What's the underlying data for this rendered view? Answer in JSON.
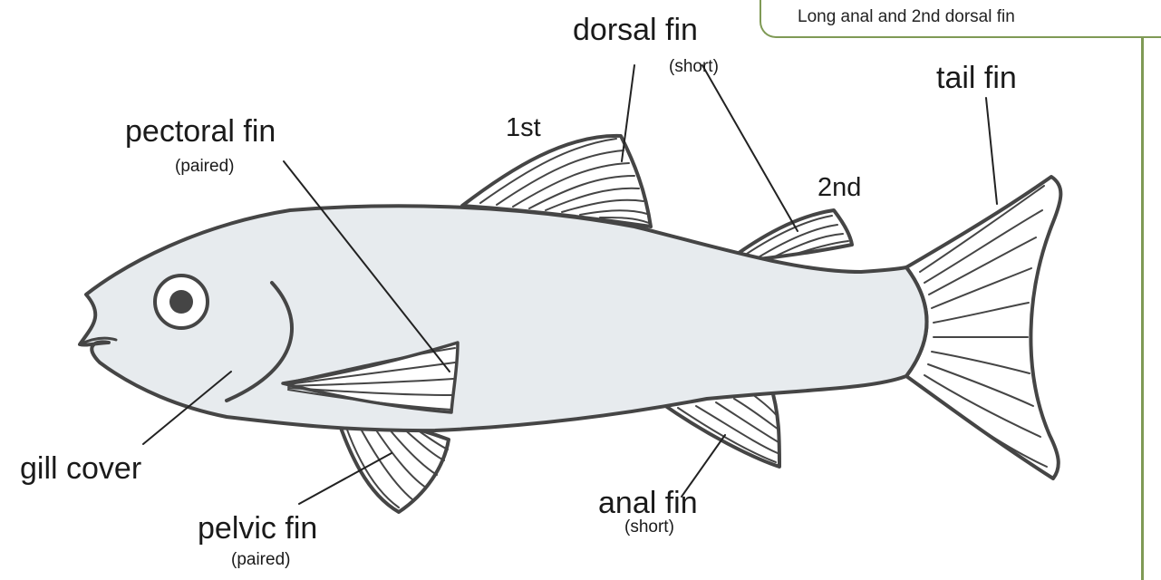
{
  "note": "Long anal and 2nd dorsal fin",
  "labels": {
    "dorsal_fin": "dorsal fin",
    "dorsal_fin_sub": "(short)",
    "first": "1st",
    "second": "2nd",
    "tail_fin": "tail fin",
    "pectoral_fin": "pectoral fin",
    "pectoral_fin_sub": "(paired)",
    "gill_cover": "gill cover",
    "pelvic_fin": "pelvic fin",
    "pelvic_fin_sub": "(paired)",
    "anal_fin": "anal fin",
    "anal_fin_sub": "(short)"
  },
  "colors": {
    "body_fill": "#e7ebee",
    "outline": "#454545",
    "accent_green": "#7f9a55"
  }
}
